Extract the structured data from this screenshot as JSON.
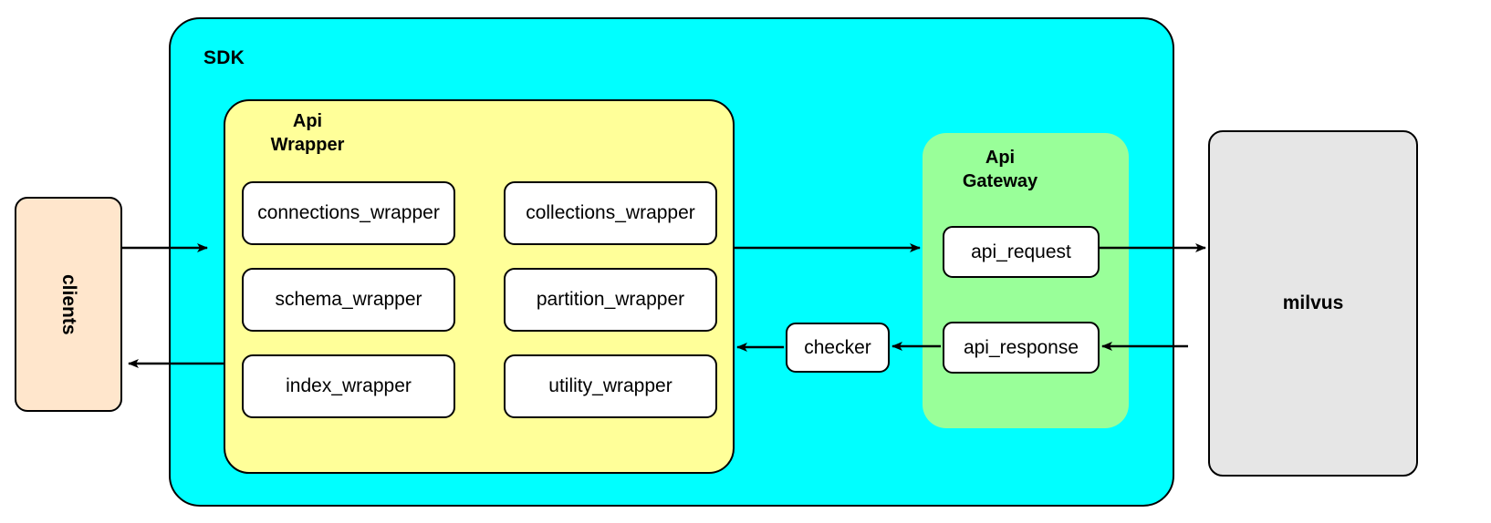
{
  "diagram": {
    "title_nodes": {
      "sdk": "SDK",
      "api_wrapper": "Api\nWrapper",
      "api_wrapper_line1": "Api",
      "api_wrapper_line2": "Wrapper",
      "api_gateway_line1": "Api",
      "api_gateway_line2": "Gateway"
    },
    "clients": {
      "label": "clients"
    },
    "milvus": {
      "label": "milvus"
    },
    "checker": {
      "label": "checker"
    },
    "wrapper_cells": [
      {
        "label": "connections_wrapper"
      },
      {
        "label": "collections_wrapper"
      },
      {
        "label": "schema_wrapper"
      },
      {
        "label": "partition_wrapper"
      },
      {
        "label": "index_wrapper"
      },
      {
        "label": "utility_wrapper"
      }
    ],
    "gateway_cells": [
      {
        "label": "api_request"
      },
      {
        "label": "api_response"
      }
    ],
    "colors": {
      "sdk_fill": "#00ffff",
      "api_wrapper_fill": "#ffff99",
      "api_gateway_fill": "#99ff99",
      "clients_fill": "#ffe6cc",
      "milvus_fill": "#e6e6e6",
      "node_fill": "#ffffff",
      "stroke": "#000000"
    }
  }
}
